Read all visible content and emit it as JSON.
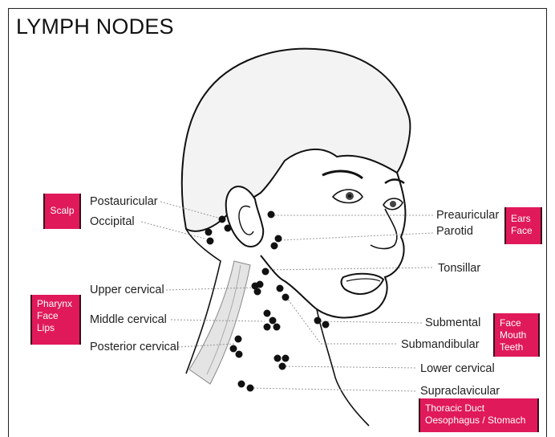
{
  "title": "LYMPH NODES",
  "labels": {
    "postauricular": "Postauricular",
    "occipital": "Occipital",
    "upper_cervical": "Upper cervical",
    "middle_cervical": "Middle cervical",
    "posterior_cervical": "Posterior cervical",
    "preauricular": "Preauricular",
    "parotid": "Parotid",
    "tonsillar": "Tonsillar",
    "submental": "Submental",
    "submandibular": "Submandibular",
    "lower_cervical": "Lower cervical",
    "supraclavicular": "Supraclavicular"
  },
  "boxes": {
    "scalp": [
      "Scalp"
    ],
    "pharynx": [
      "Pharynx",
      "Face",
      "Lips"
    ],
    "ears": [
      "Ears",
      "Face"
    ],
    "face_mouth": [
      "Face",
      "Mouth",
      "Teeth"
    ],
    "thoracic": [
      "Thoracic Duct",
      "Oesophagus / Stomach"
    ]
  },
  "colors": {
    "accent": "#e0195a",
    "node": "#111111",
    "leader": "#999999"
  }
}
